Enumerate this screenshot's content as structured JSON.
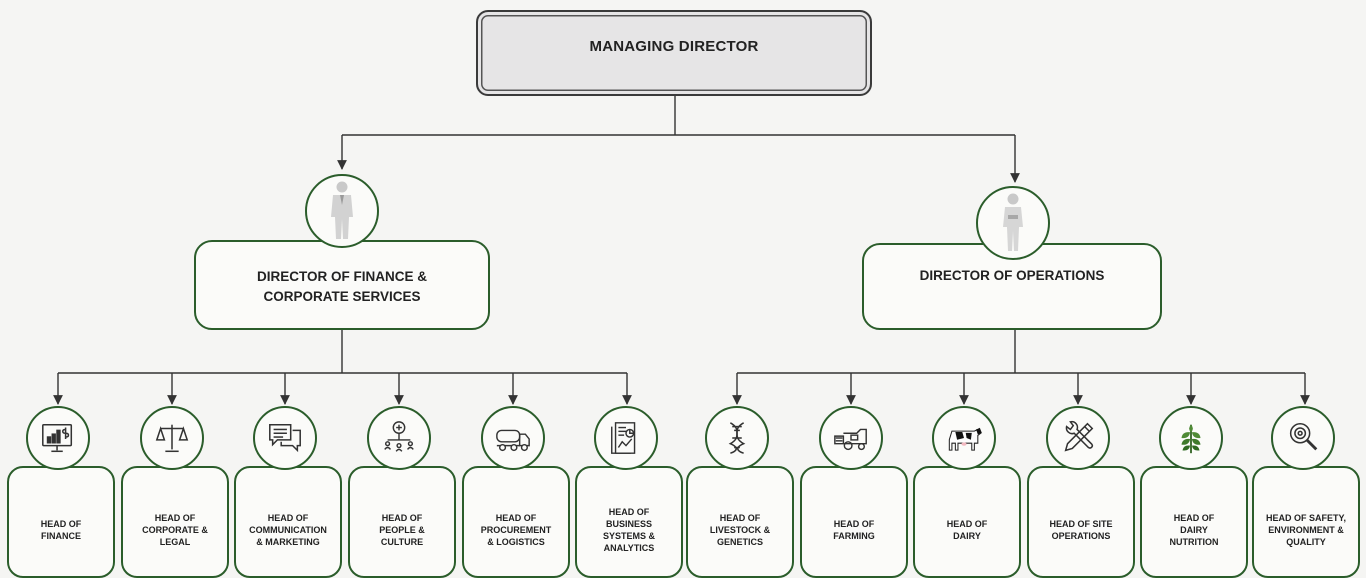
{
  "managing_director": "MANAGING DIRECTOR",
  "directors": [
    {
      "title": "DIRECTOR OF FINANCE &\nCORPORATE SERVICES",
      "icon": "businessman-icon"
    },
    {
      "title": "DIRECTOR OF OPERATIONS",
      "icon": "businesswoman-icon"
    }
  ],
  "heads": [
    {
      "title": "HEAD OF\nFINANCE",
      "icon": "financial-chart-icon"
    },
    {
      "title": "HEAD OF\nCORPORATE &\nLEGAL",
      "icon": "scales-of-justice-icon"
    },
    {
      "title": "HEAD OF\nCOMMUNICATION\n& MARKETING",
      "icon": "chat-bubbles-icon"
    },
    {
      "title": "HEAD OF\nPEOPLE &\nCULTURE",
      "icon": "people-network-icon"
    },
    {
      "title": "HEAD OF\nPROCUREMENT\n& LOGISTICS",
      "icon": "tanker-truck-icon"
    },
    {
      "title": "HEAD OF\nBUSINESS\nSYSTEMS &\nANALYTICS",
      "icon": "report-analytics-icon"
    },
    {
      "title": "HEAD OF\nLIVESTOCK &\nGENETICS",
      "icon": "dna-icon"
    },
    {
      "title": "HEAD OF\nFARMING",
      "icon": "combine-harvester-icon"
    },
    {
      "title": "HEAD OF\nDAIRY",
      "icon": "cow-icon"
    },
    {
      "title": "HEAD OF SITE\nOPERATIONS",
      "icon": "wrench-pencil-icon"
    },
    {
      "title": "HEAD OF\nDAIRY\nNUTRITION",
      "icon": "wheat-icon"
    },
    {
      "title": "HEAD OF SAFETY,\nENVIRONMENT &\nQUALITY",
      "icon": "magnifier-icon"
    }
  ],
  "colors": {
    "accent": "#2b5d2b",
    "line": "#333333",
    "box_gray": "#e6e5e6"
  }
}
